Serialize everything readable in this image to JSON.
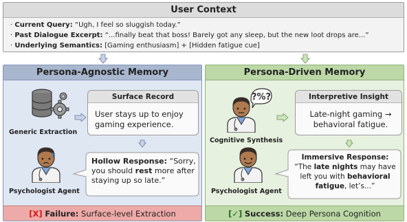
{
  "context": {
    "title": "User Context",
    "lines": [
      {
        "label": "Current Query:",
        "text": " “Ugh, I feel so sluggish today.”"
      },
      {
        "label": "Past Dialogue Excerpt:",
        "text": " “...finally beat that boss! Barely got any sleep, but the new loot drops are...”"
      },
      {
        "label": "Underlying Semantics:",
        "text": " [Gaming enthusiasm] + [Hidden fatigue cue]"
      }
    ]
  },
  "left": {
    "title": "Persona-Agnostic Memory",
    "extraction_label": "Generic Extraction",
    "record_title": "Surface Record",
    "record_text": "User stays up to enjoy gaming experience.",
    "agent_label": "Psychologist Agent",
    "response": {
      "label": "Hollow Response:",
      "part1": " “Sorry, you should ",
      "bold": "rest",
      "part2": " more after staying up so late.”"
    },
    "footer": {
      "mark": "[X]",
      "label": "Failure:",
      "text": " Surface-level Extraction"
    }
  },
  "right": {
    "title": "Persona-Driven Memory",
    "synthesis_label": "Cognitive Synthesis",
    "insight_title": "Interpretive Insight",
    "insight_text": "Late-night gaming → behavioral fatigue.",
    "agent_label": "Psychologist Agent",
    "response": {
      "title": "Immersive Response:",
      "part1": "“The ",
      "bold1": "late nights",
      "part2": " may have left you with ",
      "bold2": "behavioral fatigue",
      "part3": ", let’s...”"
    },
    "footer": {
      "mark": "[✓]",
      "label": "Success:",
      "text": " Deep Persona Cognition"
    }
  },
  "colors": {
    "left_header": "#a8b6ce",
    "left_bg": "#dfe7f3",
    "right_header": "#bcd8a6",
    "right_bg": "#e7f1df",
    "fail_footer": "#eeaaa8",
    "fail_mark": "#d11919",
    "success_mark": "#1f6a1f"
  },
  "icons": [
    "database-gear-icon",
    "doctor-icon",
    "thinking-doctor-icon",
    "right-arrow-icon",
    "down-arrow-icon"
  ]
}
